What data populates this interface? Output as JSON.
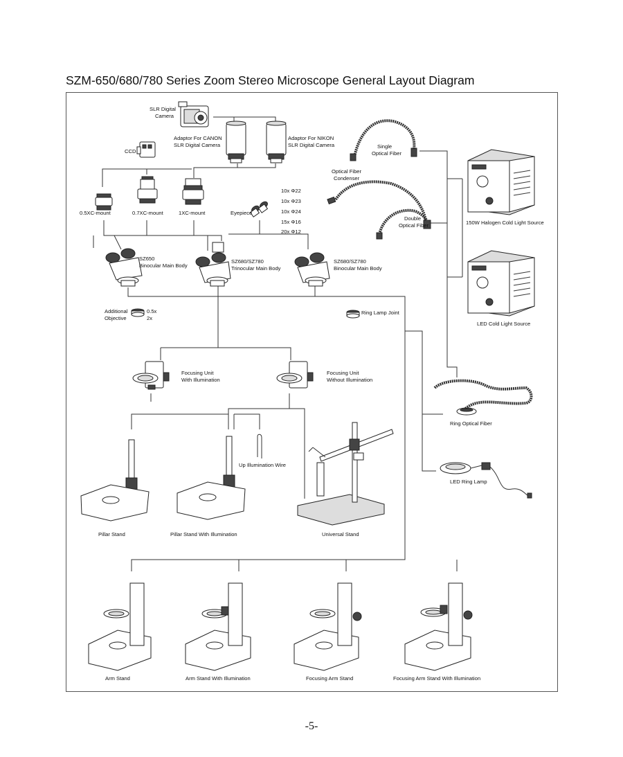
{
  "title": "SZM-650/680/780 Series Zoom Stereo Microscope General Layout Diagram",
  "page_number": "-5-",
  "labels": {
    "slr_camera": [
      "SLR Digital",
      "Camera"
    ],
    "canon_adaptor": [
      "Adaptor For CANON",
      "SLR Digital Camera"
    ],
    "nikon_adaptor": [
      "Adaptor For NIKON",
      "SLR Digital Camera"
    ],
    "ccd": "CCD",
    "single_fiber": [
      "Single",
      "Optical Fiber"
    ],
    "condenser": [
      "Optical Fiber",
      "Condenser"
    ],
    "double_fiber": [
      "Double",
      "Optical Fiber"
    ],
    "halogen_source": "150W Halogen Cold Light Source",
    "led_source": "LED Cold Light Source",
    "mount_05": "0.5XC-mount",
    "mount_07": "0.7XC-mount",
    "mount_1": "1XC-mount",
    "eyepiece": "Eyepiece",
    "eyepiece_options": [
      "10x Φ22",
      "10x Φ23",
      "10x Φ24",
      "15x Φ16",
      "20x Φ12"
    ],
    "sz650": [
      "SZ650",
      "Binocular Main Body"
    ],
    "sz680_trino": [
      "SZ680/SZ780",
      "Trinocular Main Body"
    ],
    "sz680_bino": [
      "SZ680/SZ780",
      "Binocular Main Body"
    ],
    "additional_objective": [
      "Additional",
      "Objective"
    ],
    "objective_options": [
      "0.5x",
      "2x"
    ],
    "ring_lamp_joint": "Ring Lamp Joint",
    "focusing_with": [
      "Focusing Unit",
      "With Illumination"
    ],
    "focusing_without": [
      "Focusing Unit",
      "Without Illumination"
    ],
    "ring_optical_fiber": "Ring Optical Fiber",
    "up_wire": "Up Illumination Wire",
    "led_ring_lamp": "LED Ring Lamp",
    "pillar_stand": "Pillar Stand",
    "pillar_stand_illum": "Pillar Stand With Illumination",
    "universal_stand": "Universal Stand",
    "arm_stand": "Arm Stand",
    "arm_stand_illum": "Arm Stand With Illumination",
    "focusing_arm_stand": "Focusing Arm Stand",
    "focusing_arm_stand_illum": "Focusing Arm Stand With Illumination"
  }
}
